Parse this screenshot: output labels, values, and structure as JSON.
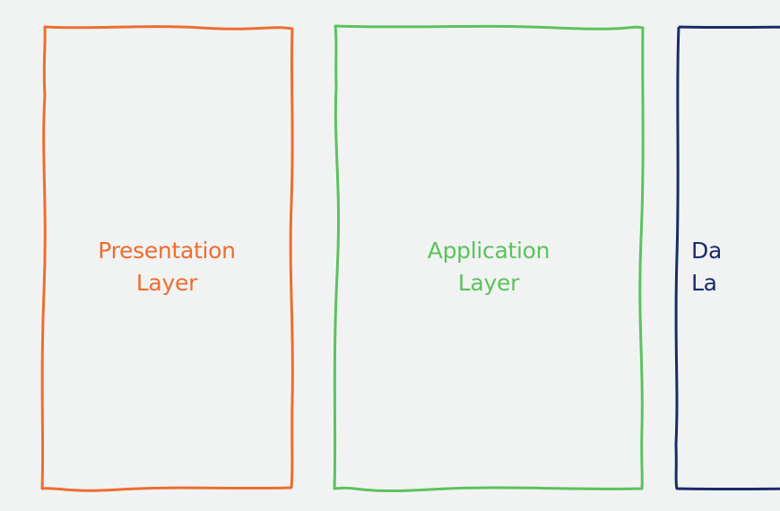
{
  "layers": [
    {
      "id": "presentation",
      "line1": "Presentation",
      "line2": "Layer",
      "color": "#ef6c2f"
    },
    {
      "id": "application",
      "line1": "Application",
      "line2": "Layer",
      "color": "#5bc25e"
    },
    {
      "id": "data",
      "line1": "Da",
      "line2": "La",
      "color": "#1a2b6b"
    }
  ]
}
